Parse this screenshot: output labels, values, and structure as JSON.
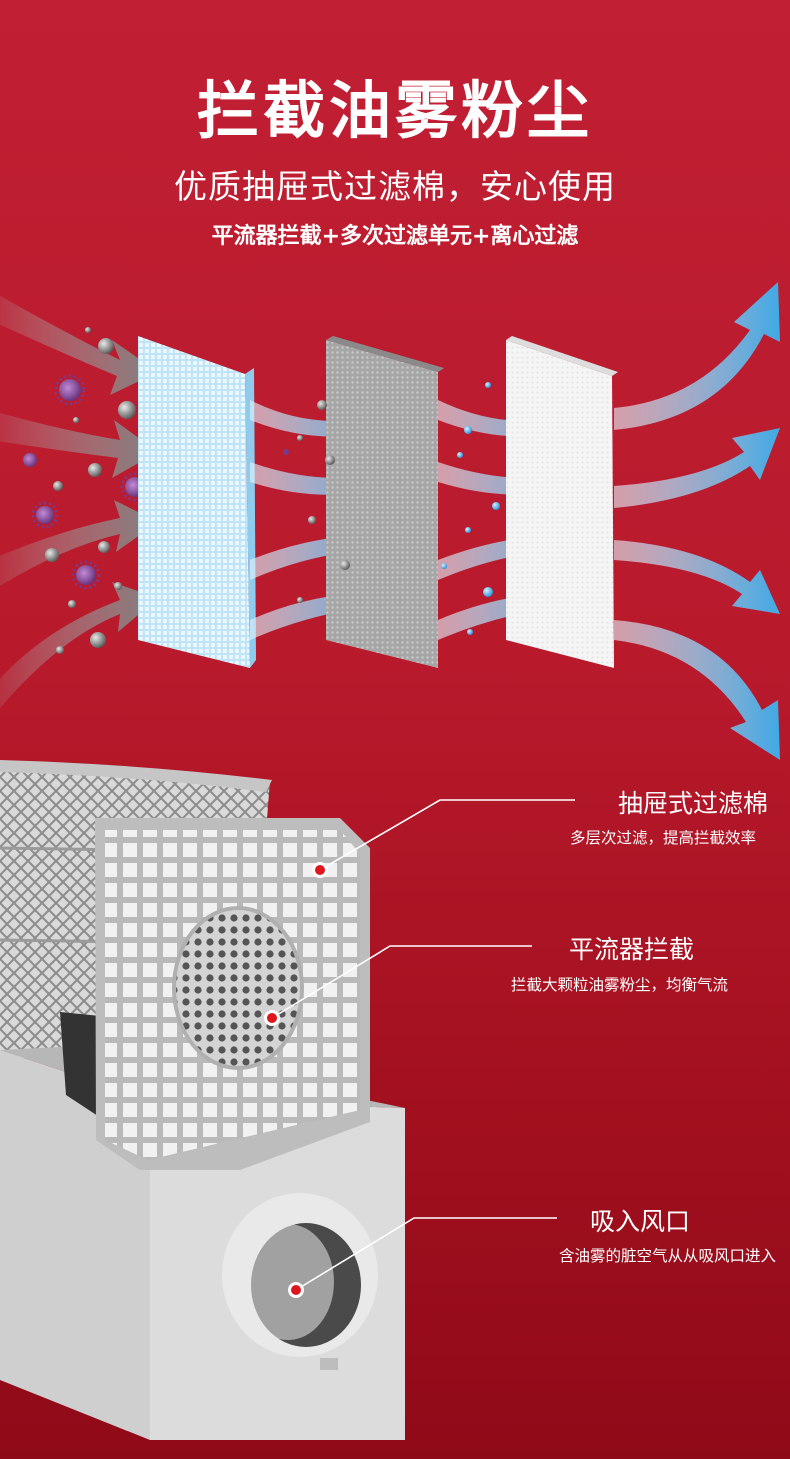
{
  "header": {
    "title": "拦截油雾粉尘",
    "subtitle": "优质抽屉式过滤棉，安心使用",
    "tagline": "平流器拦截+多次过滤单元+离心过滤"
  },
  "callouts": [
    {
      "title": "抽屉式过滤棉",
      "desc": "多层次过滤，提高拦截效率"
    },
    {
      "title": "平流器拦截",
      "desc": "拦截大颗粒油雾粉尘，均衡气流"
    },
    {
      "title": "吸入风口",
      "desc": "含油雾的脏空气从从吸风口进入"
    }
  ],
  "colors": {
    "background": "#b81a2c",
    "arrow_gray": "#8a8a8a",
    "arrow_blue": "#3fa9e5",
    "filter_blue": "#bfe4f7",
    "filter_gray": "#a9a9a9",
    "filter_white": "#f4f4f4",
    "virus": "#7a3a8c",
    "marker": "#e0161f"
  },
  "icons": {
    "virus": "virus-icon",
    "particle": "dust-particle-icon",
    "marker": "marker-dot-icon"
  }
}
